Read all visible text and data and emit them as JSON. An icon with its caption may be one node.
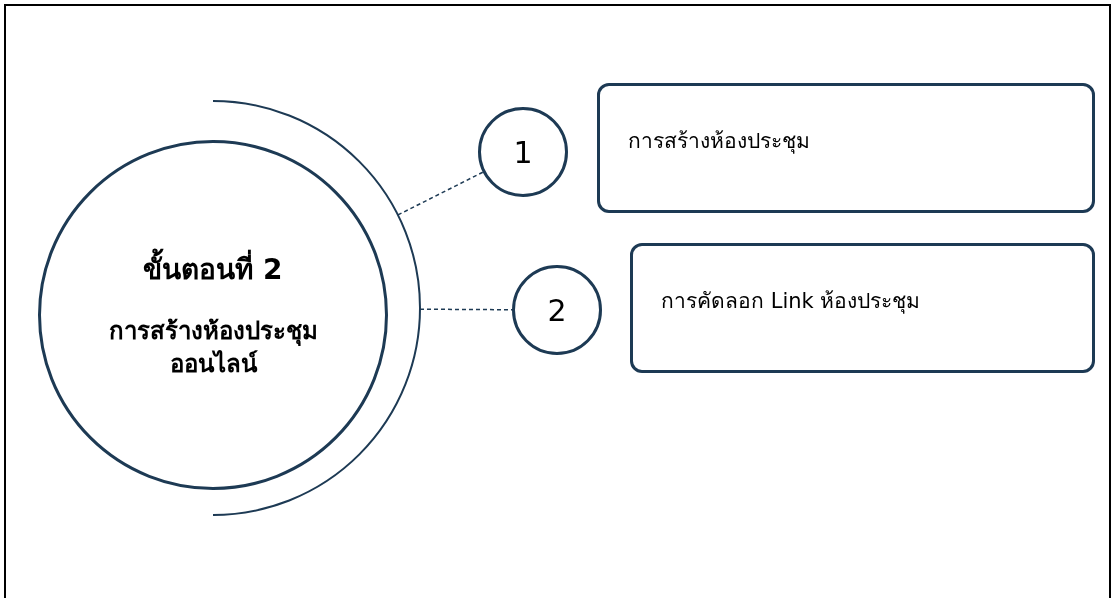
{
  "diagram": {
    "nodes": [
      {
        "text": [
          "ขั้นตอนที่ 2",
          "การสร้างห้องประชุม ออนไลน์"
        ]
      },
      {
        "text": [],
        "shape": "arc"
      },
      {
        "text": [
          "1"
        ]
      },
      {
        "text": [
          "การสร้างห้องประชุม"
        ]
      },
      {
        "text": [
          "2"
        ]
      },
      {
        "text": [
          "การคัดลอก Link ห้องประชุม"
        ]
      }
    ],
    "edges": [
      {
        "from": 1,
        "to": 2,
        "arrow": "none",
        "style": "dashed"
      },
      {
        "from": 1,
        "to": 4,
        "arrow": "none",
        "style": "dashed"
      }
    ]
  }
}
